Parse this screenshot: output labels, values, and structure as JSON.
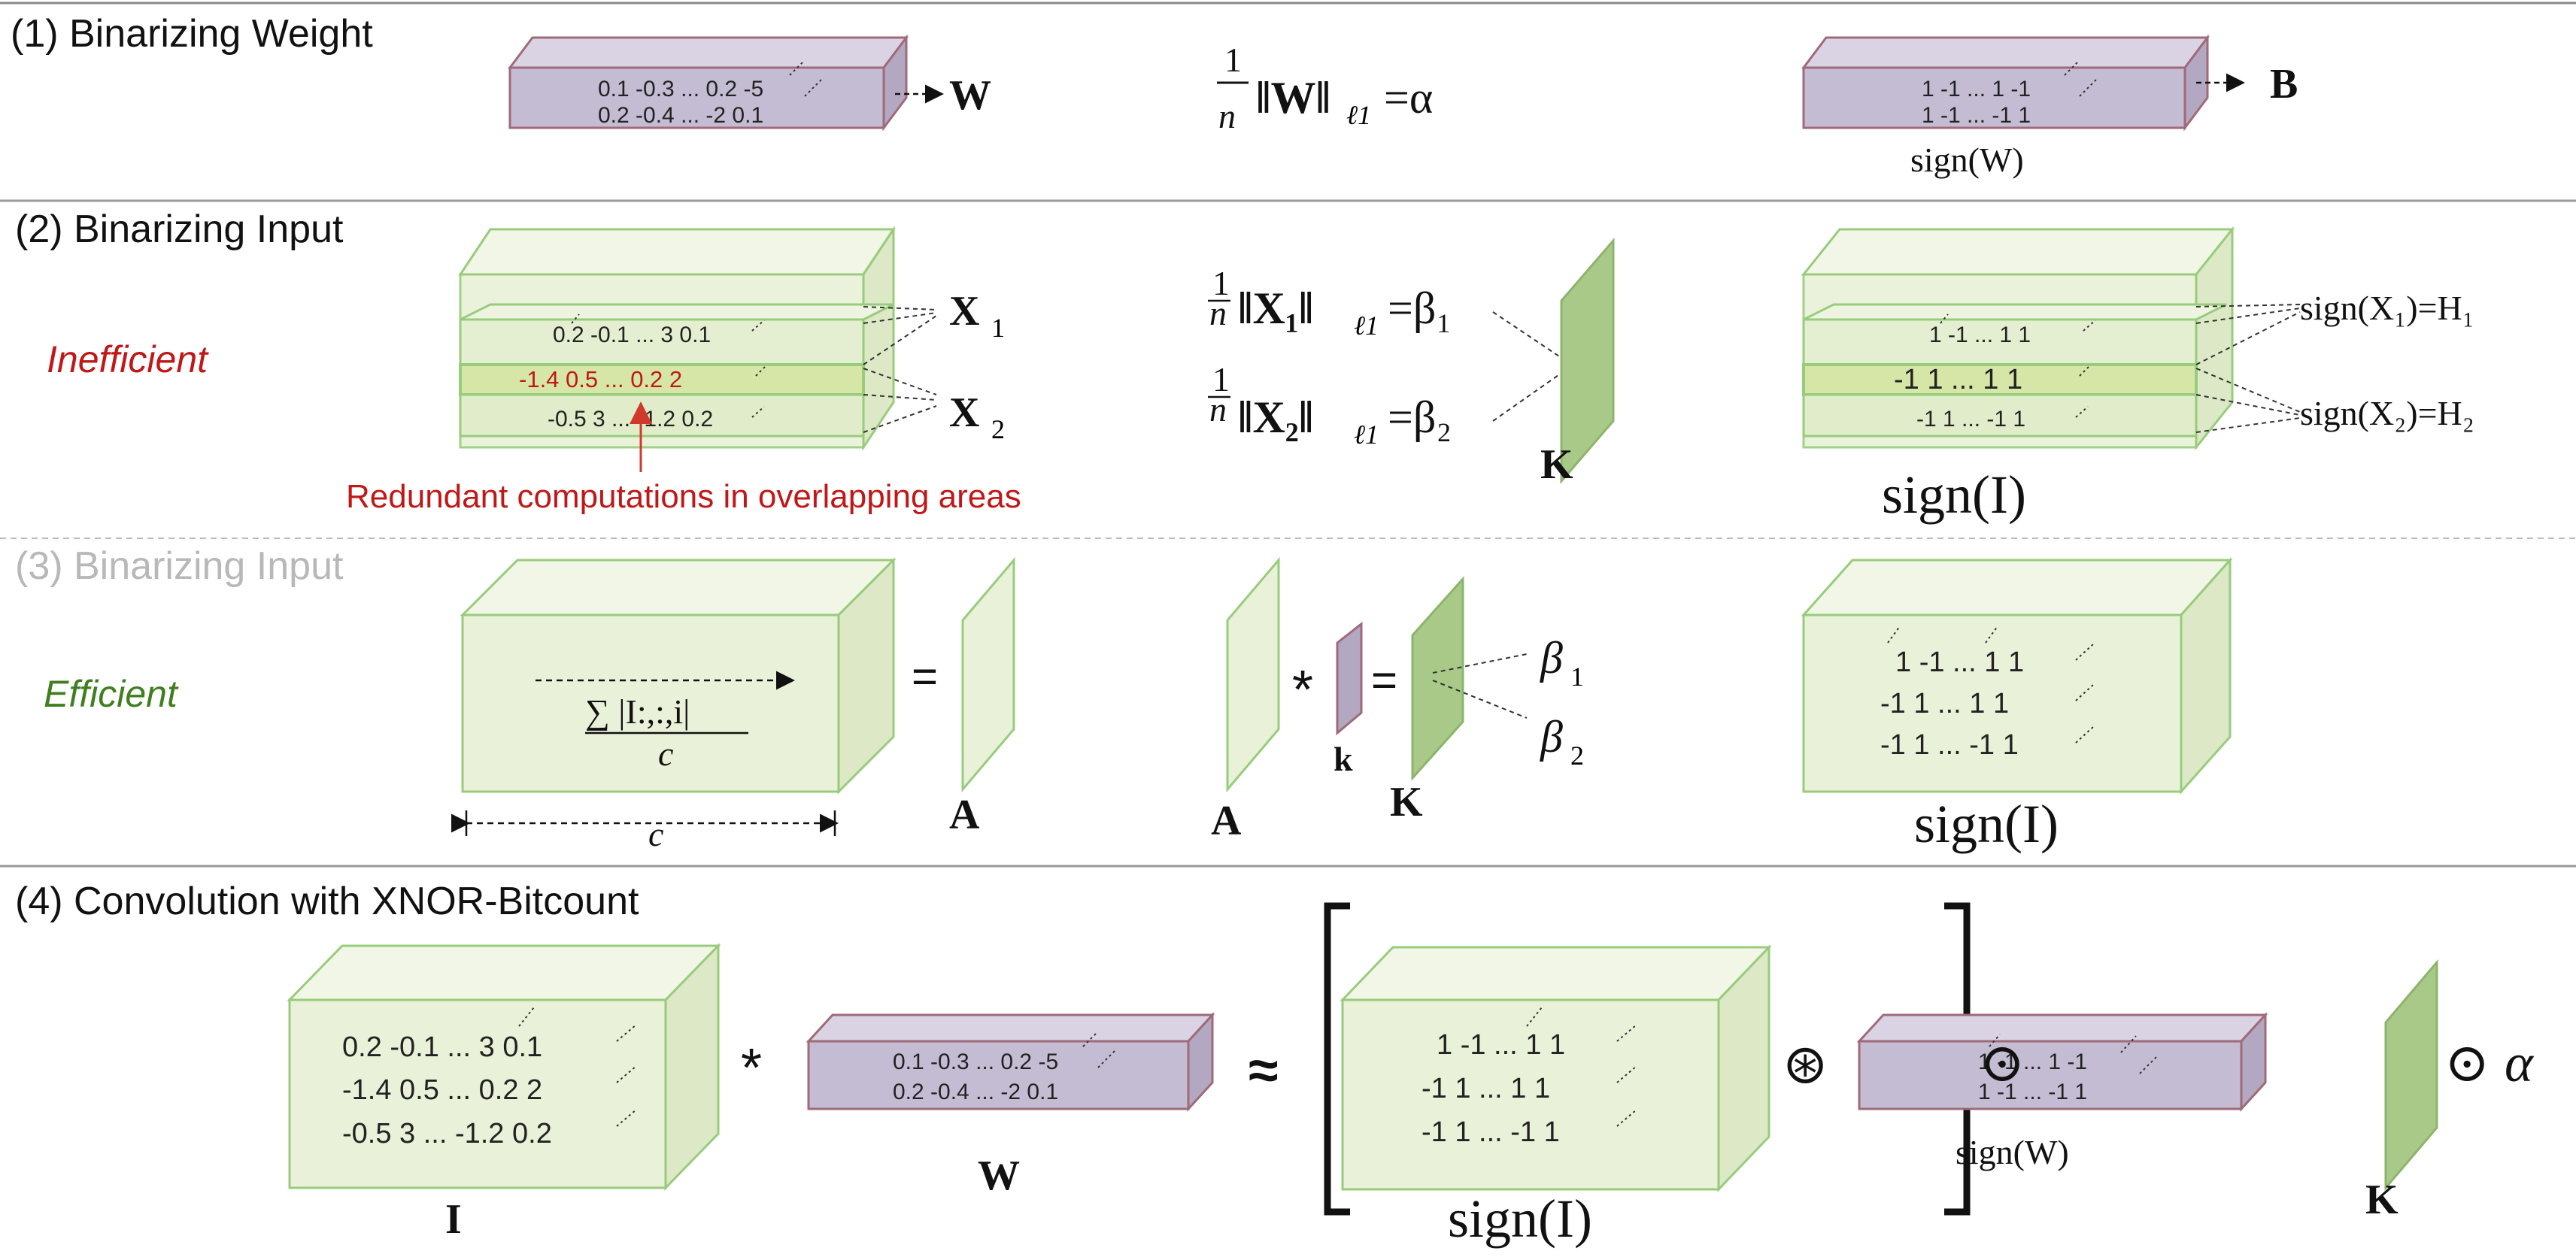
{
  "sections": {
    "s1": "(1)  Binarizing Weight",
    "s2": "(2) Binarizing Input",
    "s3": "(3) Binarizing Input",
    "s4": "(4) Convolution with XNOR-Bitcount"
  },
  "labels": {
    "inefficient": "Inefficient",
    "efficient": "Efficient",
    "redundant": "Redundant computations in overlapping areas",
    "W": "W",
    "B": "B",
    "sign_W": "sign(W)",
    "sign_I": "sign(I)",
    "X1": "X",
    "X2": "X",
    "K": "K",
    "A": "A",
    "k": "k",
    "I": "I",
    "c": "c",
    "alpha": "α",
    "beta1": "β",
    "beta2": "β",
    "sub1": "1",
    "sub2": "2",
    "H1": "sign(X₁)=H₁",
    "H2": "sign(X₂)=H₂",
    "eq_w_frac_num": "1",
    "eq_w_frac_den": "n",
    "eq_w_norm": "‖W‖",
    "eq_w_sub": "ℓ1",
    "eq_w_rhs": "=α",
    "eq_x1": "‖X₁‖",
    "eq_x2": "‖X₂‖",
    "eq_x_sub": "ℓ1",
    "eq_x1_rhs": "=β₁",
    "eq_x2_rhs": "=β₂",
    "mean_num": "∑ |I:,:,i|",
    "mean_den": "c",
    "equals": "=",
    "star": "*",
    "approx": "≈",
    "oast": "⊛",
    "odot": "⊙"
  },
  "matrices": {
    "W_row1": "0.1  -0.3  ...  0.2  -5",
    "W_row2": "0.2  -0.4  ...  -2  0.1",
    "B_row1": "1  -1  ...  1  -1",
    "B_row2": "1  -1  ...  -1  1",
    "X_row1": "0.2  -0.1 ... 3  0.1",
    "X_row2": "-1.4  0.5  ...  0.2   2",
    "X_row3": "-0.5  3  ...  -1.2  0.2",
    "H_row1": "1  -1  ...  1  1",
    "H_row2": "-1  1  ...  1  1",
    "H_row3": "-1  1  ... -1  1",
    "S3_row1": "1  -1  ...  1  1",
    "S3_row2": "-1  1  ...  1  1",
    "S3_row3": "-1  1  ...  -1  1",
    "I_row1": "0.2  -0.1   ...  3  0.1",
    "I_row2": "-1.4  0.5   ...  0.2  2",
    "I_row3": "-0.5  3   ... -1.2  0.2",
    "SI_row1": "1  -1  ...  1  1",
    "SI_row2": "-1  1  ...  1  1",
    "SI_row3": "-1  1  ...  -1  1",
    "SW_row1": "1  -1  ...  1  -1",
    "SW_row2": "1  -1  ...  -1  1"
  },
  "colors": {
    "purple_front": "#c4bcd2",
    "purple_top": "#d9d3e4",
    "purple_side": "#b2a8c2",
    "purple_edge": "#a06a78",
    "green_front": "#e9f1d9",
    "green_top": "#f1f6e6",
    "green_side": "#dce8c6",
    "green_edge": "#98cc7c",
    "green_dark": "#8db46b",
    "red": "#c01818",
    "green_text": "#3f7f1f"
  }
}
